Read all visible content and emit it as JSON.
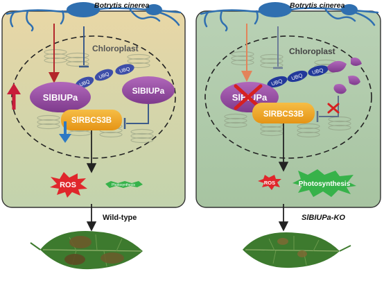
{
  "left_panel": {
    "pathogen": "Botrytis cinerea",
    "organelle": "Chloroplast",
    "ubq": [
      "UBQ",
      "UBQ",
      "UBQ"
    ],
    "protein_main": "SlBIUPa",
    "protein_free": "SlBIUPa",
    "target": "SlRBCS3B",
    "ros": "ROS",
    "photosynthesis": "Photosynthesis",
    "genotype": "Wild-type"
  },
  "right_panel": {
    "pathogen": "Botrytis cinerea",
    "organelle": "Chloroplast",
    "ubq": [
      "UBQ",
      "UBQ",
      "UBQ"
    ],
    "protein_main": "SlBIUPa",
    "target": "SlRBCS3B",
    "ros": "ROS",
    "photosynthesis": "Photosynthesis",
    "genotype": "SlBIUPa-KO"
  },
  "colors": {
    "left_bg_top": "#e9d7a6",
    "left_bg_bottom": "#c2d3ad",
    "right_bg_top": "#b7cfb2",
    "right_bg_bottom": "#a9c6a3",
    "protein": "#9a4fa6",
    "target": "#f2aa22",
    "ubq": "#3d4ea8",
    "ros": "#e0262b",
    "photosynthesis": "#37b24a",
    "arrow_up": "#c81d3a",
    "arrow_down": "#2d79c4",
    "fungus": "#3c7fc1"
  }
}
